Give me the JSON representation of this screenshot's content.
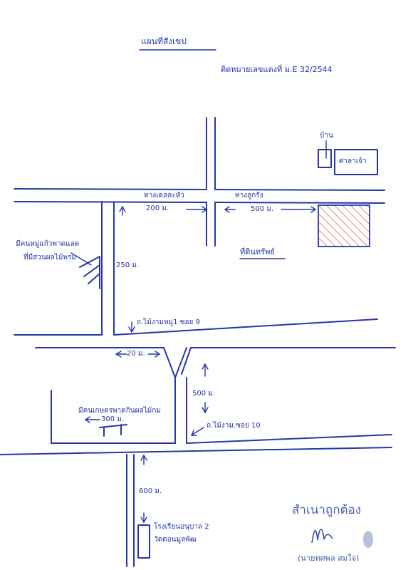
{
  "header": {
    "title": "แผนที่สังเขป",
    "subtitle": "ติดหมายเลขแดงที่ ม.E 32/2544"
  },
  "map": {
    "road_north_left": "ทางเดลละหัว",
    "road_north_right": "ทางลูกรัง",
    "dist_200": "200 ม.",
    "dist_500_top": "500 ม.",
    "shop_label": "บ้าน",
    "shop_label2": "ศาลาเจ้า",
    "property_label": "ที่ดินทรัพย์",
    "left_note_1": "มีคนหมู่แก้วพาดแลด",
    "left_note_2": "ที่มีสวนผลไม้พรม",
    "dist_250": "250 ม.",
    "soi_9": "ถ.ไม้งามหมู่1 ซอย 9",
    "dist_20": "20 ม.",
    "dist_500_mid": "500 ม.",
    "soi_10": "ถ.ไม้งาม.ซอย 10",
    "mid_note": "มีคนเกษตรพาดกินผลไม้กม",
    "dist_300": "300 ม.",
    "dist_600": "600 ม.",
    "school_1": "โรงเรียนอนุบาล 2",
    "school_2": "วัดดอนมูลพัฒ"
  },
  "certification": {
    "stamp_text": "สำเนาถูกต้อง",
    "signature": "M.",
    "signer": "(นายทศพล  สมใจ)"
  },
  "colors": {
    "ink": "#2636a8",
    "stamp": "#4a5fa8",
    "hatch": "#d63a4a"
  }
}
